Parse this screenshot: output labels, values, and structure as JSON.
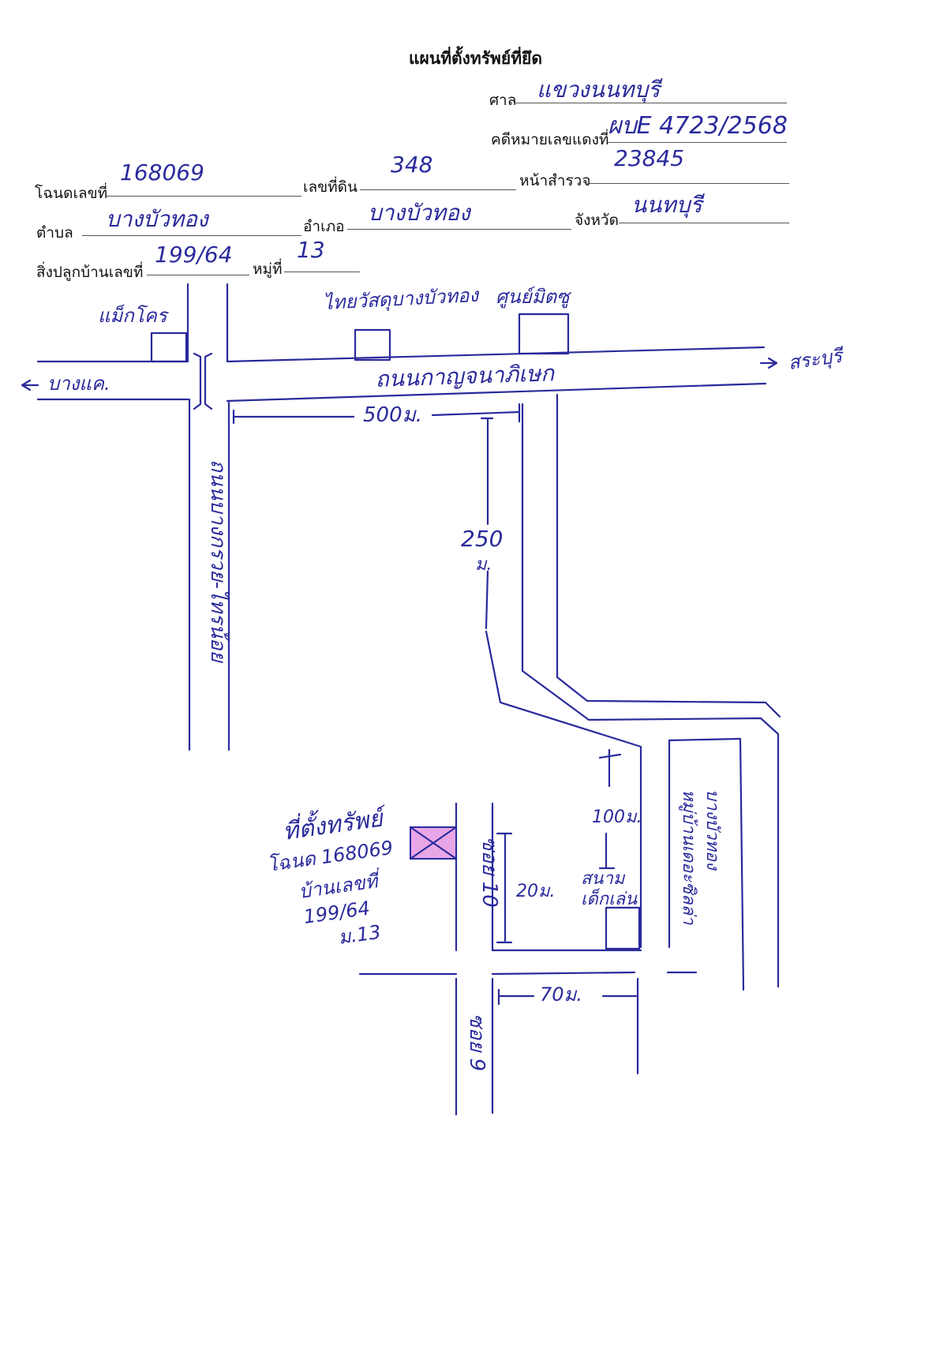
{
  "header": {
    "title": "แผนที่ตั้งทรัพย์ที่ยึด",
    "court_label": "ศาล",
    "court_value": "แขวงนนทบุรี",
    "case_label": "คดีหมายเลขแดงที่",
    "case_value": "ผบE 4723/2568"
  },
  "fields": {
    "deed_label": "โฉนดเลขที่",
    "deed_value": "168069",
    "land_no_label": "เลขที่ดิน",
    "land_no_value": "348",
    "survey_label": "หน้าสำรวจ",
    "survey_value": "23845",
    "subdistrict_label": "ตำบล",
    "subdistrict_value": "บางบัวทอง",
    "district_label": "อำเภอ",
    "district_value": "บางบัวทอง",
    "province_label": "จังหวัด",
    "province_value": "นนทบุรี",
    "house_label": "สิ่งปลูกบ้านเลขที่",
    "house_value": "199/64",
    "moo_label": "หมู่ที่",
    "moo_value": "13"
  },
  "map": {
    "makro": "แม็กโคร",
    "thaiwatsadu": "ไทยวัสดุบางบัวทอง",
    "mitsu": "ศูนย์มิตซู",
    "to_bangkhae": "บางแค.",
    "to_saraburi": "สระบุรี",
    "main_road": "ถนนกาญจนาภิเษก",
    "side_road": "ถนนบางกรวย-ไทรน้อย",
    "dist_500": "500ม.",
    "dist_250": "250",
    "dist_250_unit": "ม.",
    "dist_100": "100ม.",
    "dist_20": "20ม.",
    "dist_70": "70ม.",
    "playground": "สนาม\nเด็กเล่น",
    "village": "หมู่บ้านเดอะซิลล่า\nบางบัวทอง",
    "soi_10": "ซอย 10",
    "soi_9": "ซอย 9",
    "property_note": [
      "ที่ตั้งทรัพย์",
      "โฉนด 168069",
      "บ้านเลขที่",
      "199/64",
      "ม.13"
    ],
    "colors": {
      "ink": "#2a2a9c",
      "marker": "#e9a6e6"
    }
  }
}
